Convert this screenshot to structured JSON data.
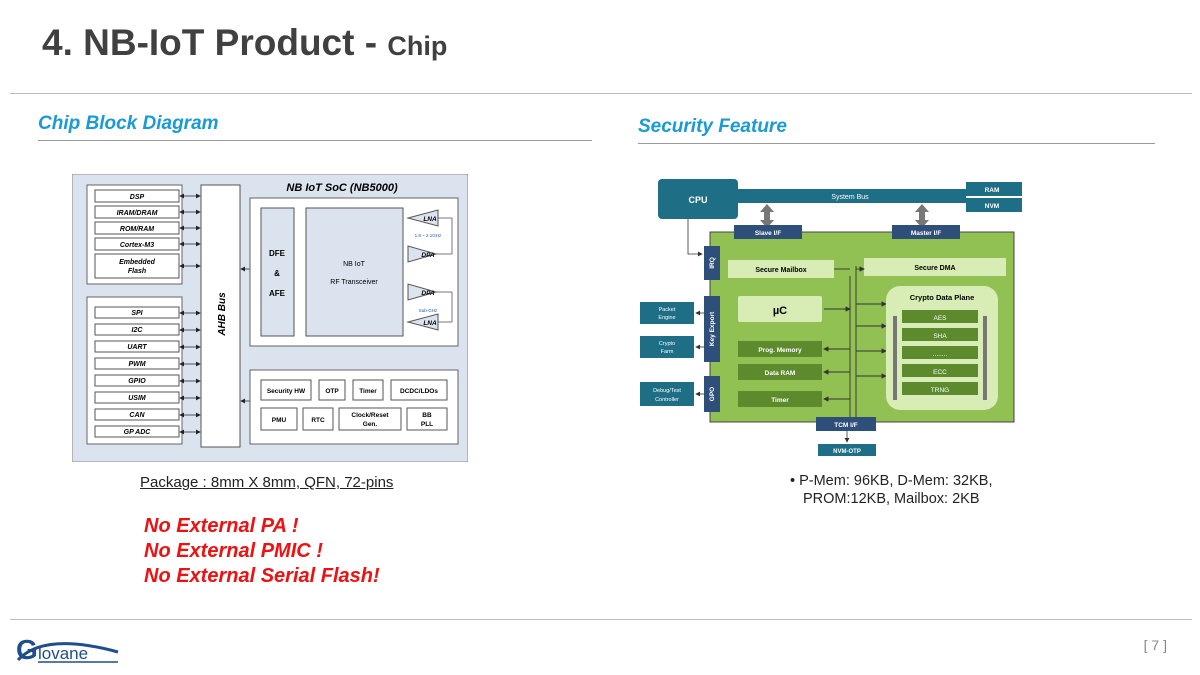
{
  "title": {
    "main": "4. NB-IoT Product - ",
    "sub": "Chip"
  },
  "sections": {
    "left_heading": "Chip Block Diagram",
    "right_heading": "Security Feature"
  },
  "chip": {
    "soc_title": "NB IoT SoC (NB5000)",
    "memory_blocks": [
      "DSP",
      "IRAM/DRAM",
      "ROM/RAM",
      "Cortex-M3",
      "Embedded",
      "Flash"
    ],
    "peripherals": [
      "SPI",
      "I2C",
      "UART",
      "PWM",
      "GPIO",
      "USIM",
      "CAN",
      "GP ADC"
    ],
    "bus_label": "AHB Bus",
    "dfe": [
      "DFE",
      "&",
      "AFE"
    ],
    "transceiver": [
      "NB IoT",
      "RF Transceiver"
    ],
    "rf": {
      "lna": "LNA",
      "dpa": "DPA",
      "band_high": "1.8 ~ 2.1GHz",
      "band_low": "Sub-GHz"
    },
    "bottom_row1": [
      "Security HW",
      "OTP",
      "Timer",
      "DCDC/LDOs"
    ],
    "bottom_row2": [
      "PMU",
      "RTC",
      "Clock/Reset",
      "Gen.",
      "BB",
      "PLL"
    ]
  },
  "package_caption": "Package : 8mm X 8mm, QFN, 72-pins",
  "notes": [
    "No External PA !",
    "No External PMIC !",
    "No External Serial Flash!"
  ],
  "security": {
    "cpu": "CPU",
    "system_bus": "System Bus",
    "ram": "RAM",
    "nvm": "NVM",
    "slave_if": "Slave I/F",
    "master_if": "Master I/F",
    "irq": "IRQ",
    "key_export": "Key Export",
    "gpo": "GPO",
    "secure_mailbox": "Secure Mailbox",
    "secure_dma": "Secure DMA",
    "uc": "µC",
    "prog_memory": "Prog. Memory",
    "data_ram": "Data RAM",
    "timer": "Timer",
    "crypto_plane": "Crypto Data Plane",
    "crypto_items": [
      "AES",
      "SHA",
      "........",
      "ECC",
      "TRNG"
    ],
    "packet_engine": [
      "Packet",
      "Engine"
    ],
    "crypto_farm": [
      "Crypto",
      "Farm"
    ],
    "debug_controller": [
      "Debug/Test",
      "Controller"
    ],
    "tcm_if": "TCM I/F",
    "nvm_otp": "NVM-OTP"
  },
  "bullet": {
    "line1": "• P-Mem: 96KB, D-Mem: 32KB,",
    "line2": "PROM:12KB, Mailbox: 2KB"
  },
  "logo_text": "lovane",
  "logo_initial": "G",
  "page_number": "[ 7 ]",
  "colors": {
    "accent_blue": "#1a9ad6",
    "note_red": "#ee1111",
    "security_green": "#92c153",
    "security_teal": "#1e6e86",
    "security_navy": "#2e4f7a"
  }
}
